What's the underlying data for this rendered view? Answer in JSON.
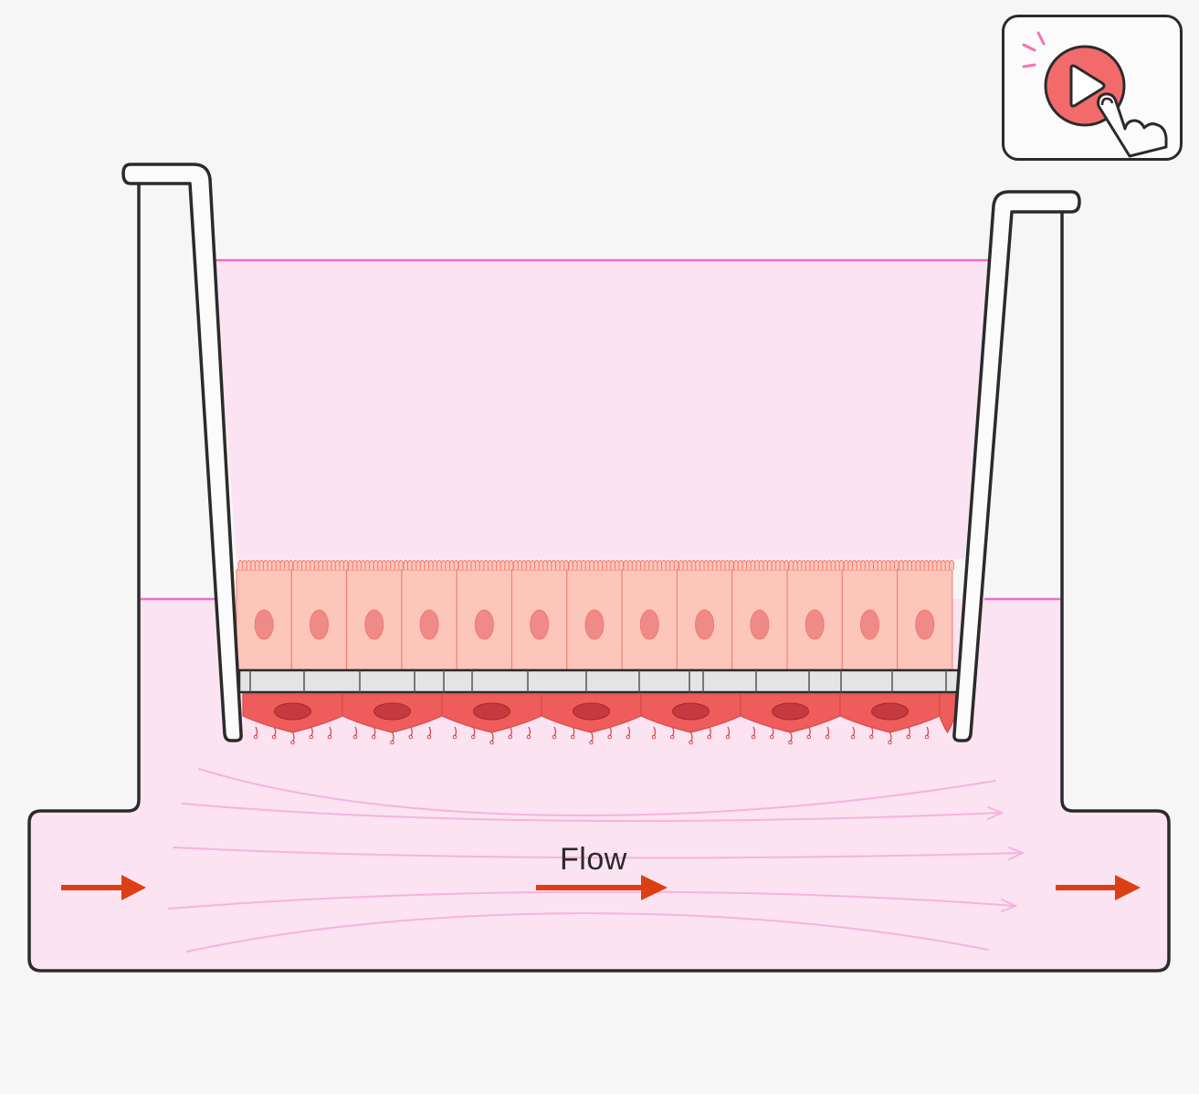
{
  "diagram": {
    "flow_label": "Flow"
  },
  "controls": {
    "play_button_icon": "play-icon",
    "pointer_icon": "pointing-hand-icon"
  },
  "colors": {
    "outline": "#2b2b2b",
    "medium_fill": "#fbe3f1",
    "medium_line": "#ee6fc2",
    "apical_cell_fill": "#fcc6bb",
    "apical_cell_stroke": "#f07a6c",
    "apical_nucleus": "#f08a88",
    "basal_cell_fill": "#ee5d5b",
    "basal_nucleus": "#c63a3f",
    "membrane_fill": "#e4e4e4",
    "flow_arrow": "#dd3f14",
    "streamline": "#f6b3dd",
    "play_button": "#f36a6a",
    "burst_lines": "#f273b5"
  },
  "counts": {
    "apical_cells": 13,
    "basal_cells": 7
  }
}
